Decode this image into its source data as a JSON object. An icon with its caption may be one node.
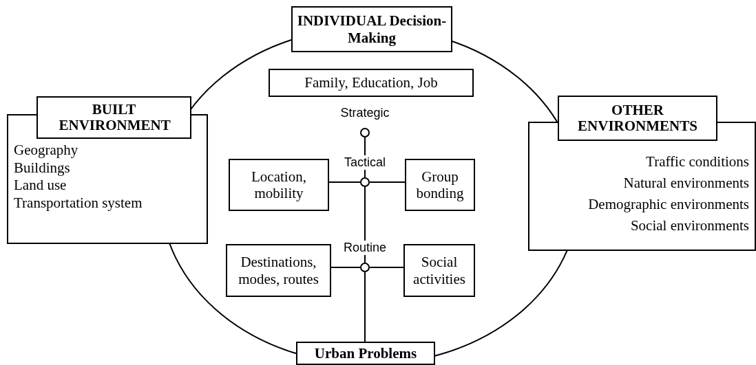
{
  "diagram": {
    "nodes": [
      {
        "text": [
          "INDIVIDUAL Decision-Making"
        ]
      },
      {
        "text": [
          "Family, Education, Job"
        ]
      },
      {
        "text": [
          "BUILT ENVIRONMENT",
          "Geography",
          "Buildings",
          "Land use",
          "Transportation system"
        ]
      },
      {
        "text": [
          "OTHER ENVIRONMENTS",
          "Traffic conditions",
          "Natural environments",
          "Demographic environments",
          "Social environments"
        ]
      },
      {
        "text": [],
        "shape": "circle",
        "beside": [
          "Strategic"
        ]
      },
      {
        "text": [
          "Location, mobility"
        ]
      },
      {
        "text": [],
        "shape": "circle",
        "beside": [
          "Tactical"
        ]
      },
      {
        "text": [
          "Group bonding"
        ]
      },
      {
        "text": [
          "Destinations, modes, routes"
        ]
      },
      {
        "text": [],
        "shape": "circle",
        "beside": [
          "Routine"
        ]
      },
      {
        "text": [
          "Social activities"
        ]
      },
      {
        "text": [
          "Urban Problems"
        ]
      }
    ],
    "edges": [
      {
        "from": 4,
        "to": 6,
        "arrow": "none"
      },
      {
        "from": 6,
        "to": 9,
        "arrow": "none"
      },
      {
        "from": 9,
        "to": 11,
        "arrow": "none"
      },
      {
        "from": 5,
        "to": 6,
        "arrow": "none"
      },
      {
        "from": 6,
        "to": 7,
        "arrow": "none"
      },
      {
        "from": 8,
        "to": 9,
        "arrow": "none"
      },
      {
        "from": 9,
        "to": 10,
        "arrow": "none"
      }
    ]
  }
}
